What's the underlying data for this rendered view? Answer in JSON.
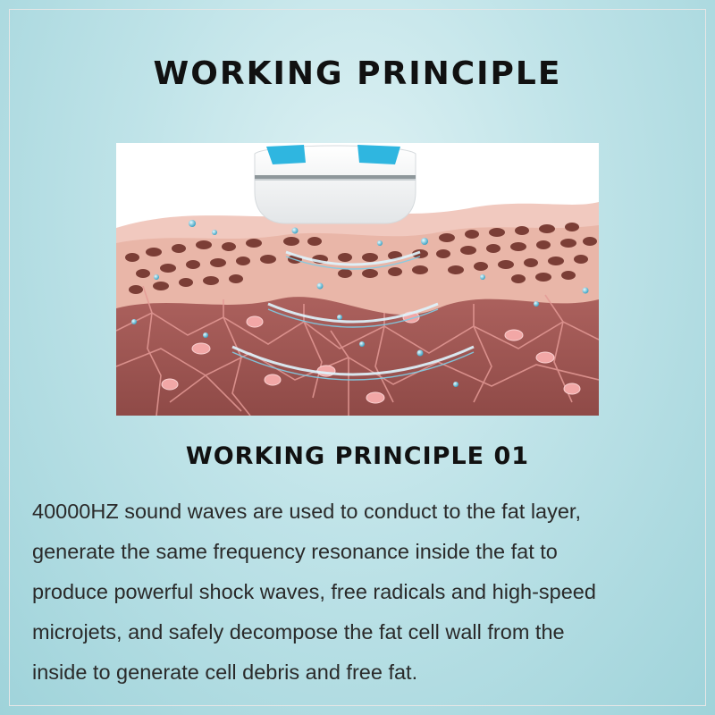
{
  "header": {
    "title": "WORKING PRINCIPLE"
  },
  "illustration": {
    "icon": "ultrasonic-device-skin-cross-section",
    "colors": {
      "device": "#ffffff",
      "accent": "#2fb6e0",
      "fat": "#8a4a3f",
      "tissue": "#c97a74",
      "skin": "#e7b0a4"
    }
  },
  "section": {
    "subtitle": "WORKING PRINCIPLE 01"
  },
  "description": {
    "lines": [
      "40000HZ sound waves are used to conduct to the fat layer,",
      "generate the same frequency resonance inside the fat to",
      "produce powerful shock waves, free radicals and high-speed",
      "microjets, and safely decompose the fat cell wall from the",
      "inside to generate cell debris and free fat."
    ]
  }
}
